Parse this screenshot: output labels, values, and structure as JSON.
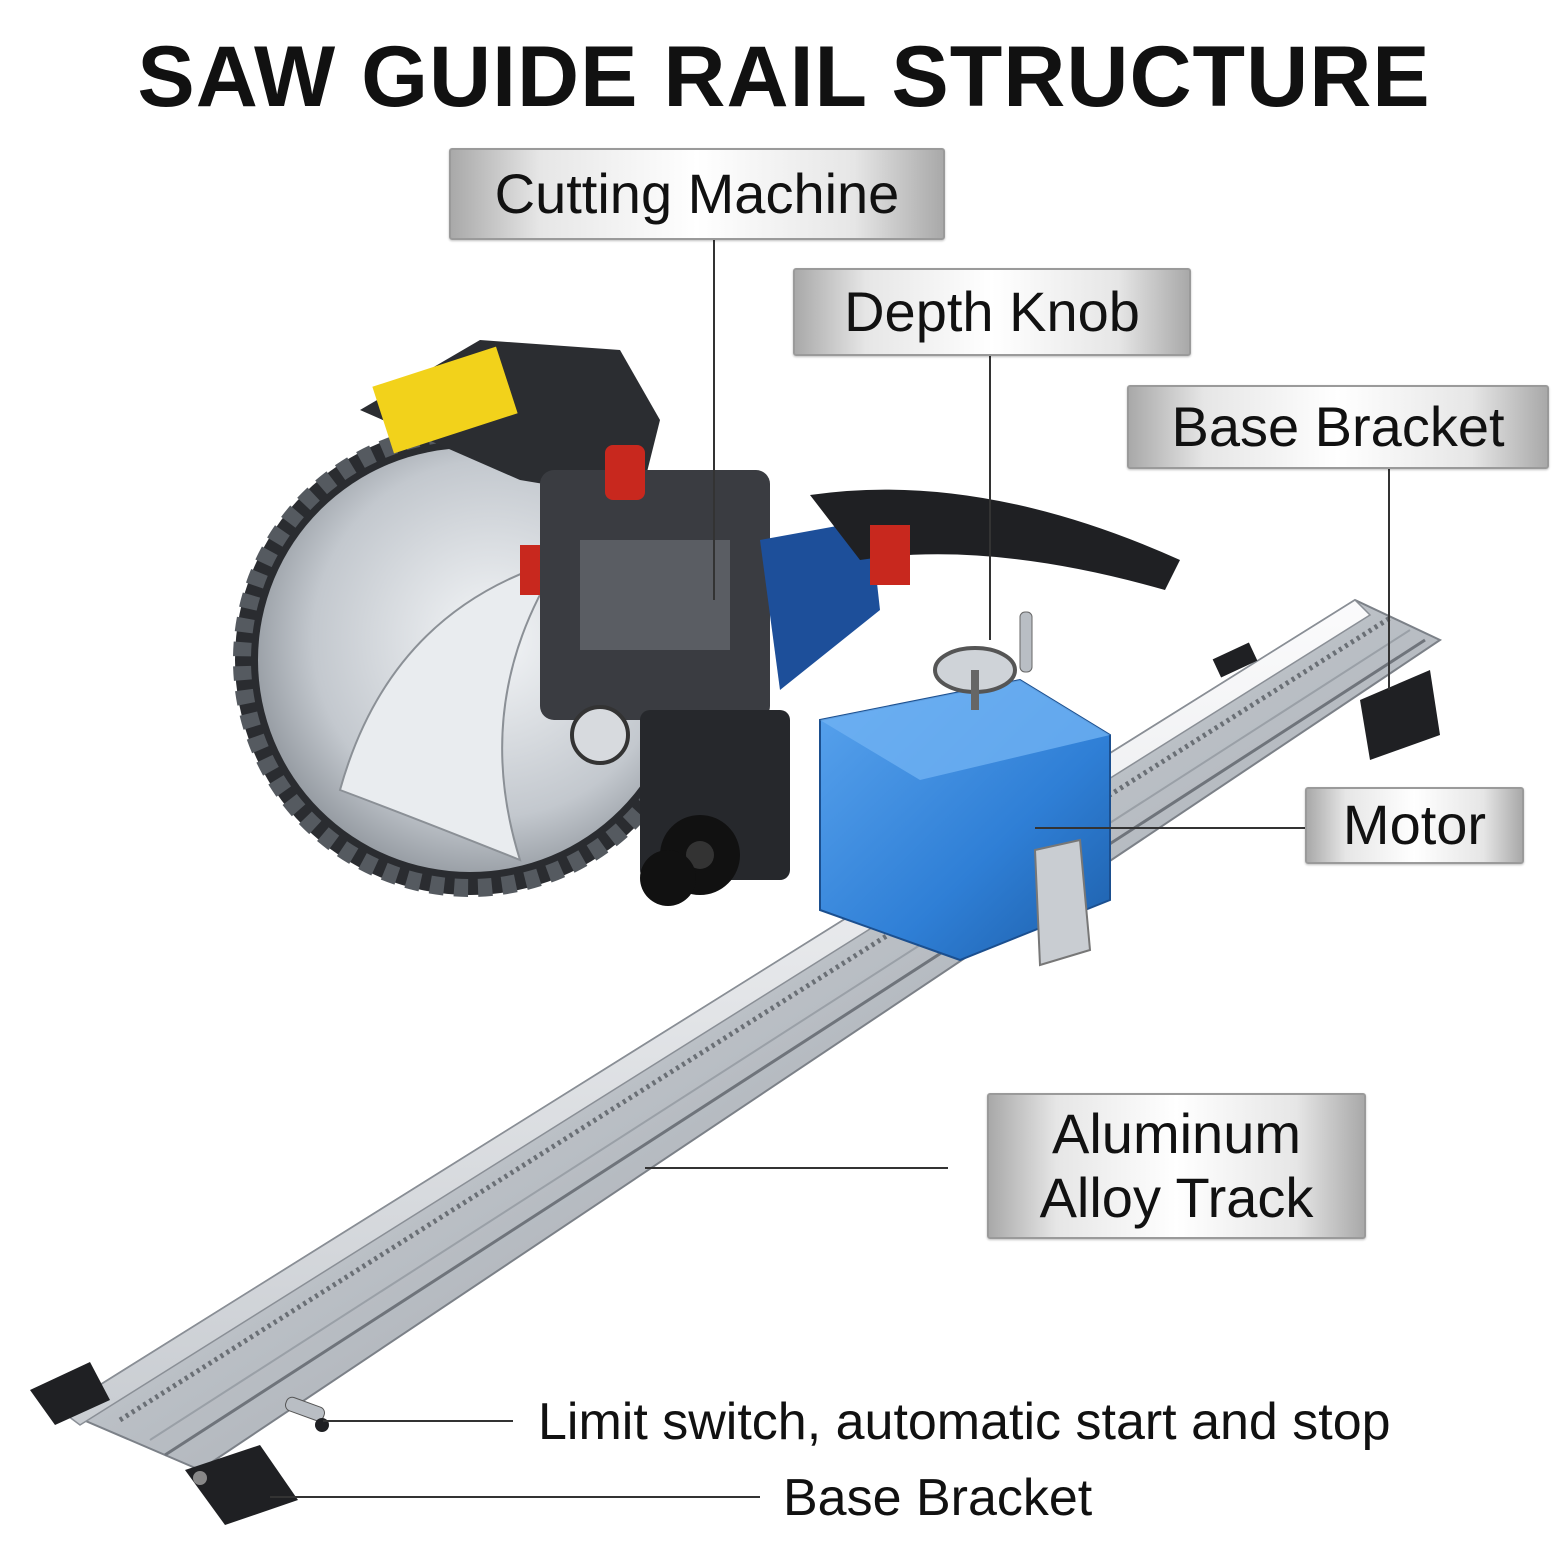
{
  "title": "SAW GUIDE RAIL STRUCTURE",
  "labels": {
    "cutting_machine": "Cutting Machine",
    "depth_knob": "Depth Knob",
    "base_bracket_top": "Base Bracket",
    "motor": "Motor",
    "track_line1": "Aluminum",
    "track_line2": "Alloy Track",
    "limit_switch": "Limit switch, automatic start and stop",
    "base_bracket_bottom": "Base Bracket"
  },
  "colors": {
    "motor_blue": "#2f7fd6",
    "blade_silver": "#c8cdd3",
    "label_yellow": "#f2d21b",
    "accent_red": "#c8281e",
    "machine_dark": "#2b2d31"
  }
}
